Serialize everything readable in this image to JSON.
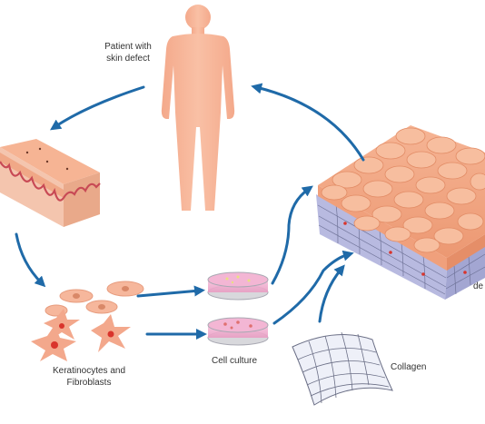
{
  "labels": {
    "patient_line1": "Patient with",
    "patient_line2": "skin defect",
    "cells_line1": "Keratinocytes and",
    "cells_line2": "Fibroblasts",
    "culture": "Cell culture",
    "collagen": "Collagen",
    "graft_partial": "de"
  },
  "colors": {
    "arrow": "#1f6aa8",
    "skin_body": "#f7b79c",
    "skin_top": "#f2a684",
    "epidermis_red": "#c84a55",
    "dermis": "#f2c4b4",
    "dish_media": "#f0a8cb",
    "graft_mesh": "#a7aad4",
    "graft_top": "#f0a884"
  },
  "icons": [
    "human-figure-icon",
    "skin-tissue-icon",
    "cells-icon",
    "petri-dish-icon",
    "collagen-sheet-icon",
    "skin-graft-icon"
  ]
}
